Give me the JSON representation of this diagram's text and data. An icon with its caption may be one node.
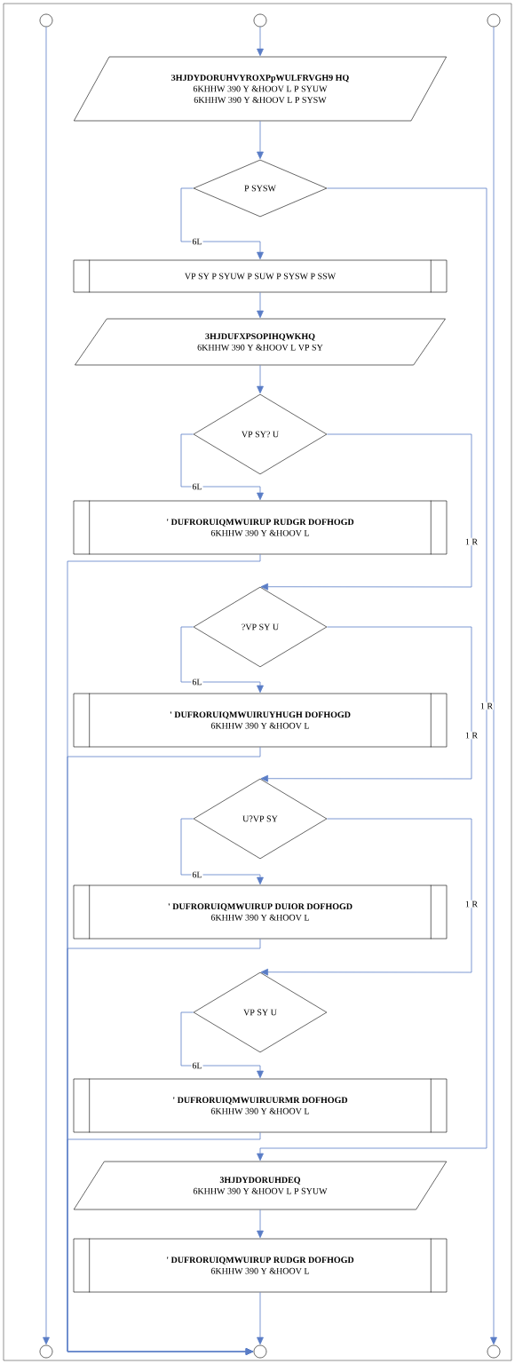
{
  "diagram": {
    "nodes": [
      {
        "text": [],
        "shape": "circle"
      },
      {
        "text": [],
        "shape": "circle"
      },
      {
        "text": [],
        "shape": "circle"
      },
      {
        "text": [
          "3HJDYDORUHVYROXPpWULFRVGH9 HQ",
          "6KHHW 390 Y &HOOV L P SYUW",
          "6KHHW 390 Y &HOOV L P SYSW"
        ]
      },
      {
        "text": [
          "P SYSW"
        ]
      },
      {
        "text": [
          "VP SY P SYUW P SUW P SYSW P SSW"
        ]
      },
      {
        "text": [
          "3HJDUFXPSOPIHQWKHQ",
          "6KHHW 390 Y &HOOV L VP SY"
        ]
      },
      {
        "text": [
          "VP SY? U"
        ]
      },
      {
        "text": [
          "' DUFRORUIQMWUIRUP RUDGR DOFHOGD",
          "6KHHW 390 Y &HOOV L"
        ]
      },
      {
        "text": [
          "?VP SY U"
        ]
      },
      {
        "text": [
          "' DUFRORUIQMWUIRUYHUGH DOFHOGD",
          "6KHHW 390 Y &HOOV L"
        ]
      },
      {
        "text": [
          "U?VP SY"
        ]
      },
      {
        "text": [
          "' DUFRORUIQMWUIRUP DUIOR DOFHOGD",
          "6KHHW 390 Y &HOOV L"
        ]
      },
      {
        "text": [
          "VP SY U"
        ]
      },
      {
        "text": [
          "' DUFRORUIQMWUIRUURMR DOFHOGD",
          "6KHHW 390 Y &HOOV L"
        ]
      },
      {
        "text": [
          "3HJDYDORUHDEQ",
          "6KHHW 390 Y &HOOV L P SYUW"
        ]
      },
      {
        "text": [
          "' DUFRORUIQMWUIRUP RUDGR DOFHOGD",
          "6KHHW 390 Y &HOOV L"
        ]
      },
      {
        "text": [],
        "shape": "circle"
      },
      {
        "text": [],
        "shape": "circle"
      },
      {
        "text": [],
        "shape": "circle"
      }
    ],
    "edges": [
      {
        "from": 0,
        "to": 17,
        "arrow": "to"
      },
      {
        "from": 1,
        "to": 3,
        "arrow": "to"
      },
      {
        "from": 3,
        "to": 4,
        "arrow": "to"
      },
      {
        "from": 4,
        "to": 5,
        "arrow": "to",
        "label": "6L"
      },
      {
        "from": 4,
        "to": 15,
        "arrow": "to",
        "label": "1 R"
      },
      {
        "from": 5,
        "to": 6,
        "arrow": "to"
      },
      {
        "from": 6,
        "to": 7,
        "arrow": "to"
      },
      {
        "from": 7,
        "to": 8,
        "arrow": "to",
        "label": "6L"
      },
      {
        "from": 7,
        "to": 9,
        "arrow": "to",
        "label": "1 R"
      },
      {
        "from": 8,
        "to": 18,
        "arrow": "to"
      },
      {
        "from": 9,
        "to": 10,
        "arrow": "to",
        "label": "6L"
      },
      {
        "from": 9,
        "to": 11,
        "arrow": "to",
        "label": "1 R"
      },
      {
        "from": 10,
        "to": 18,
        "arrow": "to"
      },
      {
        "from": 11,
        "to": 12,
        "arrow": "to",
        "label": "6L"
      },
      {
        "from": 11,
        "to": 13,
        "arrow": "to",
        "label": "1 R"
      },
      {
        "from": 12,
        "to": 18,
        "arrow": "to"
      },
      {
        "from": 13,
        "to": 14,
        "arrow": "to",
        "label": "6L"
      },
      {
        "from": 14,
        "to": 18,
        "arrow": "to"
      },
      {
        "from": 15,
        "to": 16,
        "arrow": "to"
      },
      {
        "from": 16,
        "to": 18,
        "arrow": "to"
      },
      {
        "from": 2,
        "to": 19,
        "arrow": "to"
      }
    ]
  }
}
